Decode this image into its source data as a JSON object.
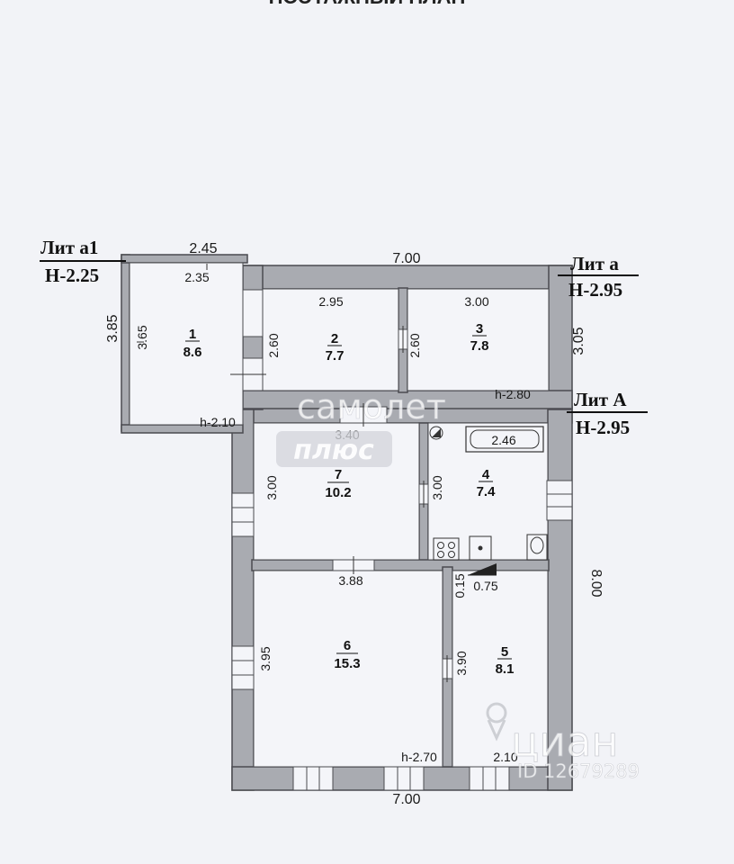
{
  "header": {
    "title_fragment": "ПОЭТАЖНЫЙ ПЛАН"
  },
  "labels": {
    "lit_a1": {
      "name": "Лит а1",
      "height": "Н-2.25"
    },
    "lit_a": {
      "name": "Лит а",
      "height": "Н-2.95"
    },
    "lit_A": {
      "name": "Лит А",
      "height": "Н-2.95"
    }
  },
  "outer_dims": {
    "top": "7.00",
    "bottom": "7.00",
    "right": "8.00",
    "right_upper": "3.05",
    "a1_top_outer": "2.45",
    "a1_top_inner": "2.35",
    "a1_left_outer": "3.85",
    "a1_left_inner": "3.65"
  },
  "rooms": [
    {
      "num": "1",
      "area": "8.6"
    },
    {
      "num": "2",
      "area": "7.7",
      "w": "2.95",
      "h": "2.60"
    },
    {
      "num": "3",
      "area": "7.8",
      "w": "3.00",
      "h": "2.60"
    },
    {
      "num": "4",
      "area": "7.4",
      "h": "3.00",
      "fixture": "2.46"
    },
    {
      "num": "5",
      "area": "8.1",
      "w": "2.10",
      "h": "3.90"
    },
    {
      "num": "6",
      "area": "15.3",
      "w": "3.88",
      "h": "3.95"
    },
    {
      "num": "7",
      "area": "10.2",
      "w": "3.40",
      "h": "3.00"
    }
  ],
  "heights": {
    "a1": "h-2.10",
    "a": "h-2.80",
    "A": "h-2.70"
  },
  "small_dims": {
    "stair_v": "0.15",
    "stair_h": "0.75"
  },
  "watermarks": {
    "samolet_top": "самолет",
    "samolet_bottom": "плюс",
    "cian_brand": "циан",
    "cian_id": "ID 12679289"
  },
  "colors": {
    "wall": "#a9abb1",
    "wall_stroke": "#4a4b50",
    "paper": "#f2f3f7",
    "ink": "#1a1a1a"
  }
}
